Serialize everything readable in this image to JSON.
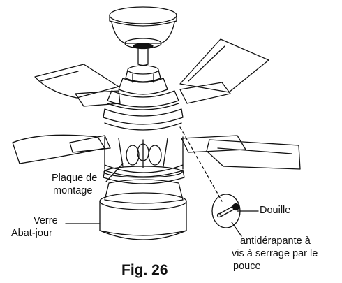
{
  "figure": {
    "caption": "Fig. 26"
  },
  "labels": {
    "plaque_line1": "Plaque de",
    "plaque_line2": "montage",
    "verre": "Verre",
    "abat_jour": "Abat-jour",
    "douille": "Douille",
    "screw_line1": "antidérapante à",
    "screw_line2": "vis à serrage par le",
    "screw_line3": "pouce"
  },
  "colors": {
    "ink": "#111111",
    "background": "#ffffff"
  }
}
